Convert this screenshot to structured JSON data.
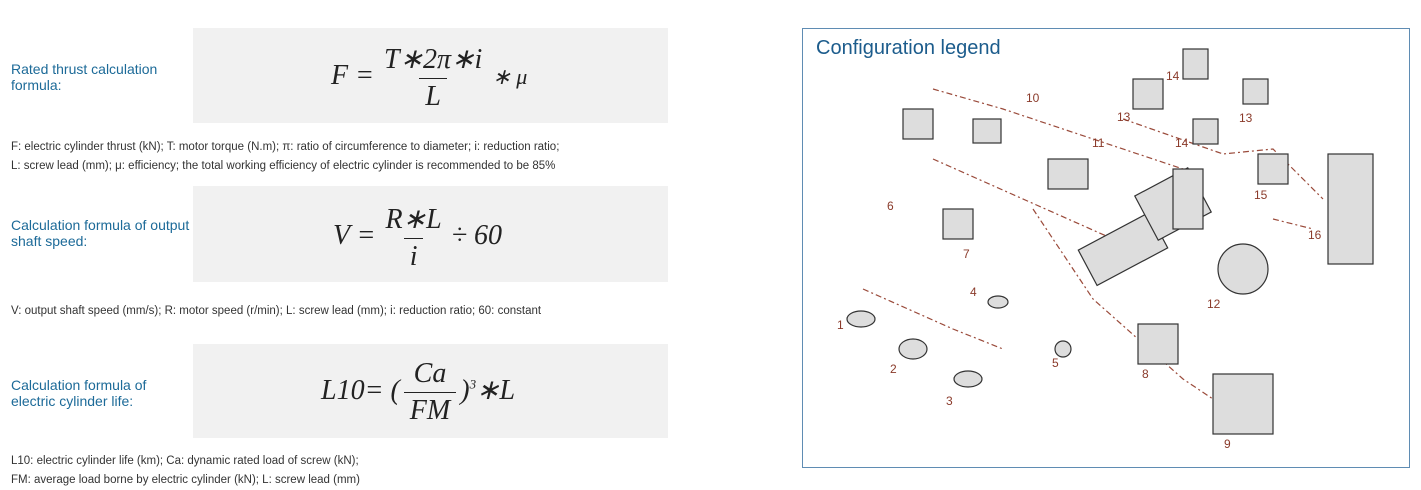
{
  "sections": [
    {
      "label": "Rated thrust calculation formula:",
      "formula": {
        "lhs": "F",
        "num": "T∗2π∗i",
        "den": "L",
        "tail": "∗ μ"
      },
      "desc": [
        "F: electric cylinder thrust (kN); T: motor torque (N.m); π: ratio of circumference to diameter; i: reduction ratio;",
        "L: screw lead (mm); μ: efficiency; the total working efficiency of electric cylinder is recommended to be 85%"
      ]
    },
    {
      "label": "Calculation formula of output shaft speed:",
      "formula": {
        "lhs": "V",
        "num": "R∗L",
        "den": "i",
        "tail": "÷ 60"
      },
      "desc": [
        "V: output shaft speed (mm/s); R: motor speed (r/min); L: screw lead (mm); i: reduction ratio; 60: constant"
      ]
    },
    {
      "label": "Calculation formula of electric cylinder life:",
      "formula": {
        "lhs": "L10",
        "num": "Ca",
        "den": "FM",
        "tail": "∗L",
        "exp": "3"
      },
      "desc": [
        "L10: electric cylinder life (km); Ca: dynamic rated load of screw (kN);",
        "FM: average load borne by electric cylinder (kN); L: screw lead (mm)"
      ]
    }
  ],
  "legend": {
    "title": "Configuration legend",
    "parts": [
      "10",
      "11",
      "14",
      "13",
      "13",
      "14",
      "15",
      "16",
      "6",
      "7",
      "12",
      "4",
      "1",
      "2",
      "3",
      "5",
      "8",
      "9"
    ]
  }
}
